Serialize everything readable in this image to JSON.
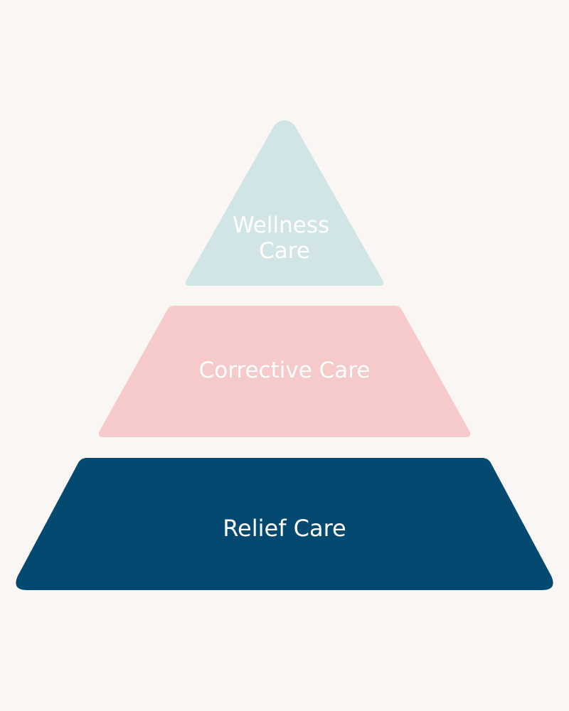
{
  "background": "#faf6f3",
  "tiers": [
    {
      "id": "wellness",
      "label_lines": [
        "Wellness",
        "Care"
      ],
      "fill": "#d2e5e6",
      "text_color": "#ffffff"
    },
    {
      "id": "corrective",
      "label_lines": [
        "Corrective Care"
      ],
      "fill": "#f6cacb",
      "text_color": "#ffffff"
    },
    {
      "id": "relief",
      "label_lines": [
        "Relief Care"
      ],
      "fill": "#044a70",
      "text_color": "#ffffff"
    }
  ]
}
